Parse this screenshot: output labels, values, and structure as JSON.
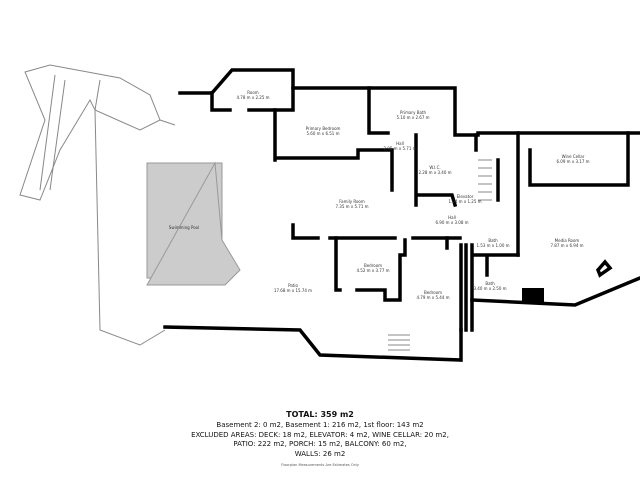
{
  "rooms": [
    {
      "name": "Room",
      "dims": "4.78 m x 2.25 m"
    },
    {
      "name": "Primary Bedroom",
      "dims": "5.60 m x 6.51 m"
    },
    {
      "name": "Primary Bath",
      "dims": "5.10 m x 2.67 m"
    },
    {
      "name": "Hall",
      "dims": "2.05 m x 5.71 m"
    },
    {
      "name": "W.I.C.",
      "dims": "2.28 m x 3.40 m"
    },
    {
      "name": "Elevator",
      "dims": "1.04 m x 1.25 m"
    },
    {
      "name": "Family Room",
      "dims": "7.35 m x 5.71 m"
    },
    {
      "name": "Hall",
      "dims": "6.90 m x 3.08 m"
    },
    {
      "name": "Wine Cellar",
      "dims": "6.09 m x 3.17 m"
    },
    {
      "name": "Media Room",
      "dims": "7.87 m x 6.94 m"
    },
    {
      "name": "Bath",
      "dims": "1.53 m x 1.00 m"
    },
    {
      "name": "Bath",
      "dims": "3.40 m x 2.50 m"
    },
    {
      "name": "Bedroom",
      "dims": "4.52 m x 3.77 m"
    },
    {
      "name": "Bedroom",
      "dims": "4.79 m x 5.44 m"
    },
    {
      "name": "Patio",
      "dims": "17.68 m x 15.74 m"
    },
    {
      "name": "Swimming Pool",
      "dims": ""
    }
  ],
  "summary": {
    "total": "TOTAL: 359 m2",
    "line1": "Basement 2: 0 m2, Basement 1: 216 m2, 1st floor: 143 m2",
    "line2": "EXCLUDED AREAS: DECK: 18 m2, ELEVATOR: 4 m2, WINE CELLAR: 20 m2,",
    "line3": "PATIO: 222 m2, PORCH: 15 m2, BALCONY: 60 m2,",
    "line4": "WALLS: 26 m2",
    "disclaimer": "Floorplan Measurements Are Estimates Only"
  }
}
